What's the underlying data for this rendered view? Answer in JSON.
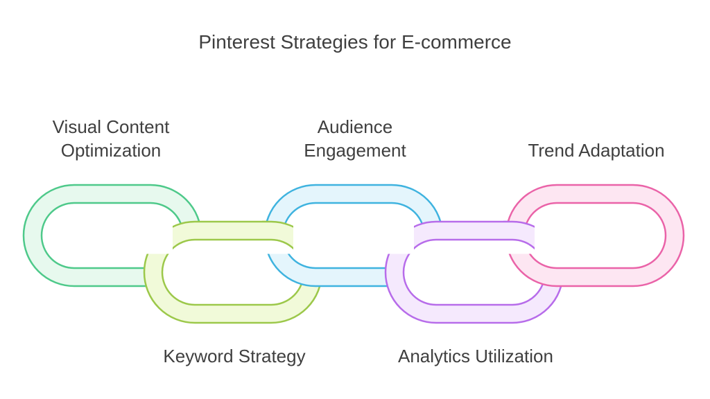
{
  "title": "Pinterest Strategies for E-commerce",
  "links": [
    {
      "label": "Visual Content\nOptimization",
      "color": "#4ec98a",
      "fill": "#e7f9ee",
      "position": "top"
    },
    {
      "label": "Keyword Strategy",
      "color": "#9cc84a",
      "fill": "#f1fad9",
      "position": "bottom"
    },
    {
      "label": "Audience\nEngagement",
      "color": "#3fb3df",
      "fill": "#e4f5fc",
      "position": "top"
    },
    {
      "label": "Analytics Utilization",
      "color": "#b76cea",
      "fill": "#f5e9fd",
      "position": "bottom"
    },
    {
      "label": "Trend Adaptation",
      "color": "#ea63a8",
      "fill": "#fde6f2",
      "position": "top"
    }
  ]
}
